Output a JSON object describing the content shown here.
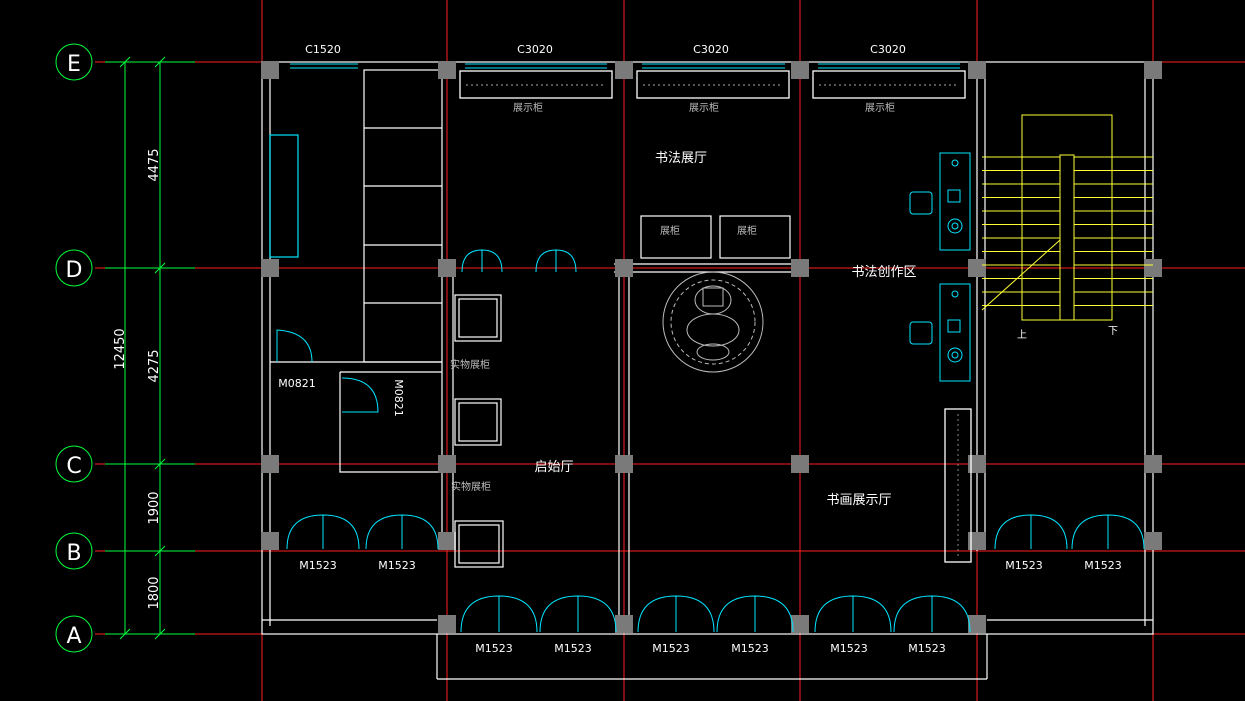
{
  "axis_labels": [
    "E",
    "D",
    "C",
    "B",
    "A"
  ],
  "dimensions": {
    "total": "12450",
    "segments": [
      "4475",
      "4275",
      "1900",
      "1800"
    ]
  },
  "windows": [
    "C1520",
    "C3020",
    "C3020",
    "C3020"
  ],
  "door_labels": {
    "m0821": [
      "M0821",
      "M0821"
    ],
    "m1523_row_b": [
      "M1523",
      "M1523",
      "M1523",
      "M1523"
    ],
    "m1523_row_a": [
      "M1523",
      "M1523",
      "M1523",
      "M1523",
      "M1523",
      "M1523"
    ]
  },
  "rooms": {
    "calligraphy_hall": "书法展厅",
    "calligraphy_studio": "书法创作区",
    "entrance_hall": "启始厅",
    "painting_hall": "书画展示厅"
  },
  "furniture": {
    "display_cabinet_top": [
      "展示柜",
      "展示柜",
      "展示柜"
    ],
    "exhibit_cabinet": [
      "展柜",
      "展柜"
    ],
    "object_cabinet": [
      "实物展柜",
      "实物展柜"
    ]
  },
  "stair_labels": [
    "上",
    "下"
  ],
  "colors": {
    "grid": "#ff2020",
    "wall": "#ffffff",
    "window": "#00e5ff",
    "door": "#00e5ff",
    "dimension": "#00ff3c",
    "stair": "#ffff33",
    "column": "#7a7a7a",
    "axis_bubble": "#00ff3c"
  }
}
